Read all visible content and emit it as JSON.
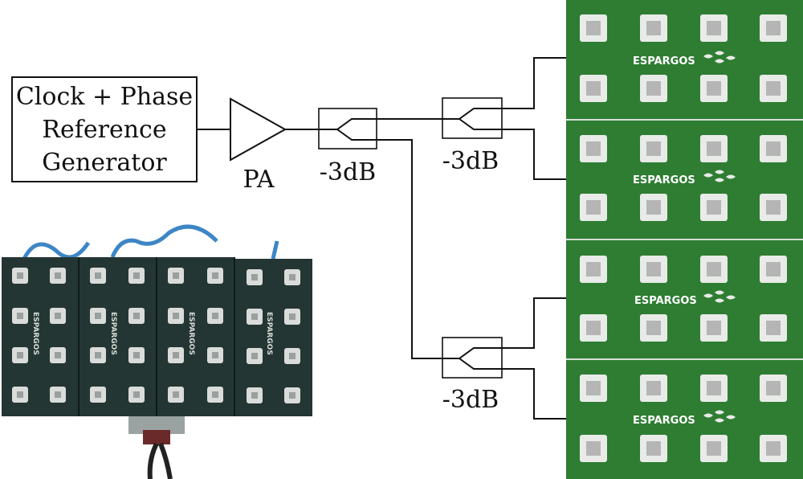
{
  "diagram": {
    "source_block_lines": [
      "Clock + Phase",
      "Reference",
      "Generator"
    ],
    "amplifier_label": "PA",
    "splitter_labels": [
      "-3dB",
      "-3dB",
      "-3dB"
    ],
    "board_logo_text": "ESPARGOS",
    "colors": {
      "board_green": "#2e7d32",
      "pad_outer": "#e8ebe8",
      "pad_inner": "#b5b5b5",
      "line": "#111111",
      "photo_board": "#243634"
    }
  }
}
